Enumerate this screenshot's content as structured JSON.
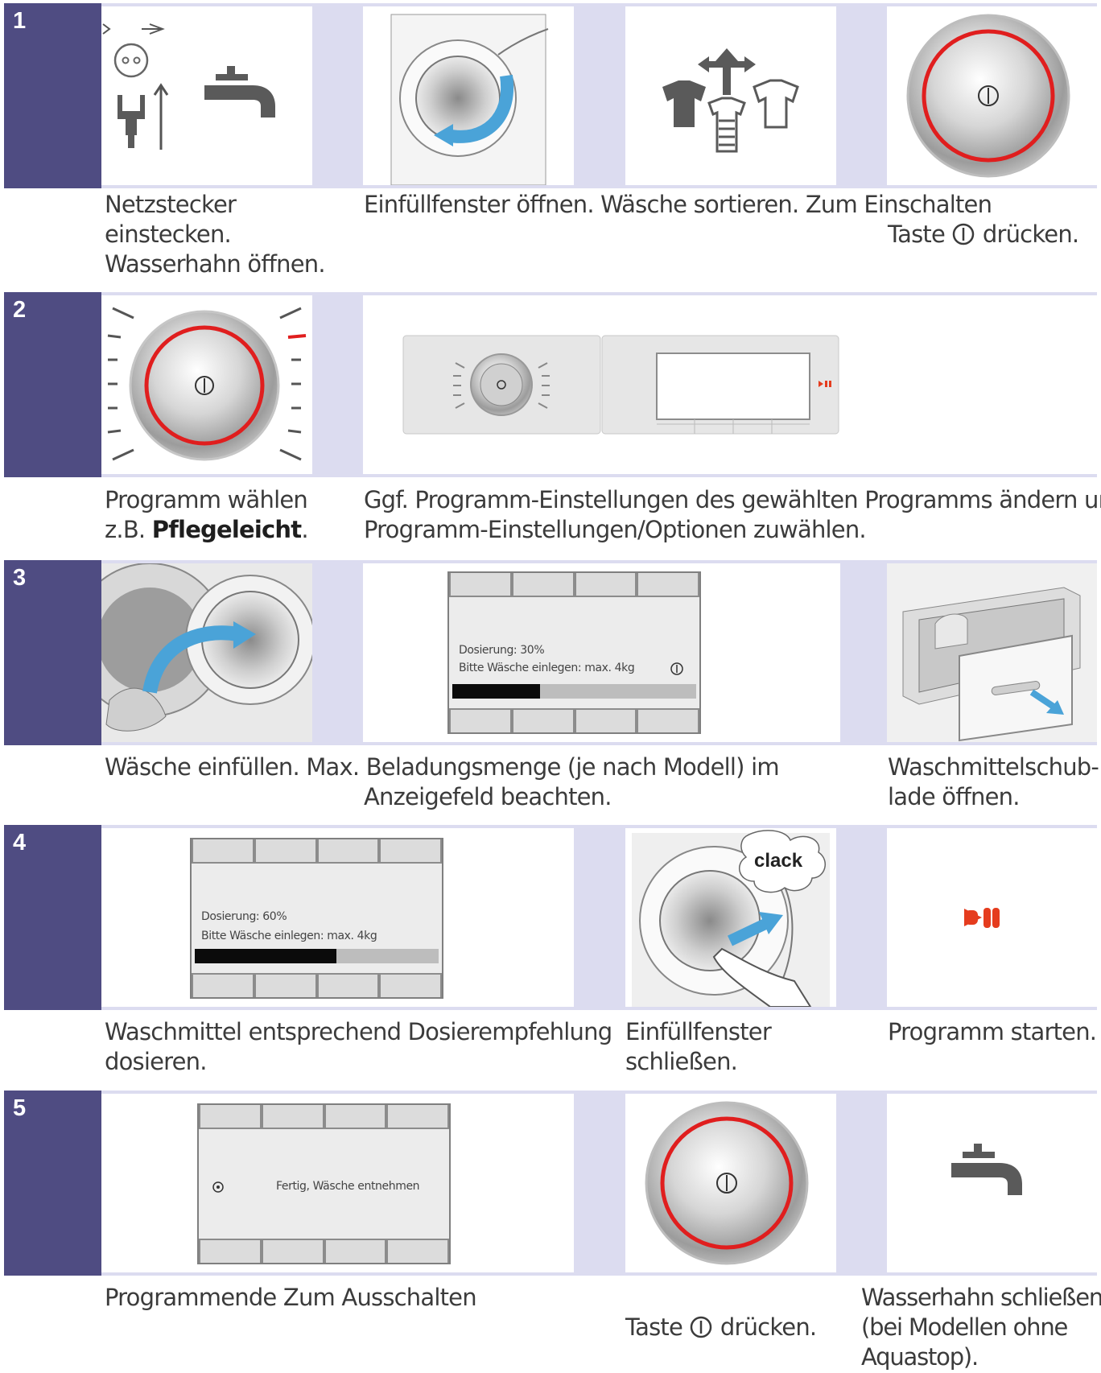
{
  "steps": [
    {
      "number": "1"
    },
    {
      "number": "2"
    },
    {
      "number": "3"
    },
    {
      "number": "4"
    },
    {
      "number": "5"
    }
  ],
  "captions": {
    "s1a": [
      "Netzstecker",
      "einstecken.",
      "Wasserhahn öffnen."
    ],
    "s1b_line1": "Einfüllfenster öffnen. Wäsche sortieren. Zum Einschalten",
    "s1b_taste": "Taste",
    "s1b_druecken": "drücken.",
    "s2a_line1": "Programm wählen",
    "s2a_prefix": "z.B.",
    "s2a_bold": "Pflegeleicht",
    "s2a_suffix": ".",
    "s2b": [
      "Ggf. Programm-Einstellungen des gewählten Programms ändern und",
      "Programm-Einstellungen/Optionen zuwählen."
    ],
    "s3a": [
      "Wäsche einfüllen. Max. Beladungsmenge (je nach Modell) im",
      "Anzeigefeld beachten."
    ],
    "s3b": [
      "Waschmittelschub-",
      "lade öffnen."
    ],
    "s4a": [
      "Waschmittel entsprechend Dosierempfehlung",
      "dosieren."
    ],
    "s4b": [
      "Einfüllfenster",
      "schließen."
    ],
    "s4c": "Programm starten.",
    "s5a": "Programmende Zum Ausschalten",
    "s5b_taste": "Taste",
    "s5b_druecken": "drücken.",
    "s5c": [
      "Wasserhahn schließen",
      "(bei Modellen ohne",
      "Aquastop)."
    ]
  },
  "displays": {
    "d3": {
      "line1": "Dosierung: 30%",
      "line2": "Bitte Wäsche einlegen: max. 4kg",
      "progress": 0.36
    },
    "d4": {
      "line1": "Dosierung: 60%",
      "line2": "Bitte Wäsche einlegen: max. 4kg",
      "progress": 0.58
    },
    "d5": {
      "line1": "Fertig, Wäsche entnehmen"
    }
  },
  "clack": "clack",
  "icons": {
    "arrow": "arrow-right-icon",
    "plug": "power-plug-icon",
    "tap": "water-tap-icon",
    "knob": "program-selector-knob-icon",
    "laundry": "laundry-sort-icon",
    "startpause": "start-pause-icon",
    "power": "power-symbol-icon"
  },
  "colors": {
    "band": "#dcdcf0",
    "number_block": "#4f4c82",
    "ring_red": "#e01e1e",
    "accent_blue": "#4aa3d8"
  }
}
